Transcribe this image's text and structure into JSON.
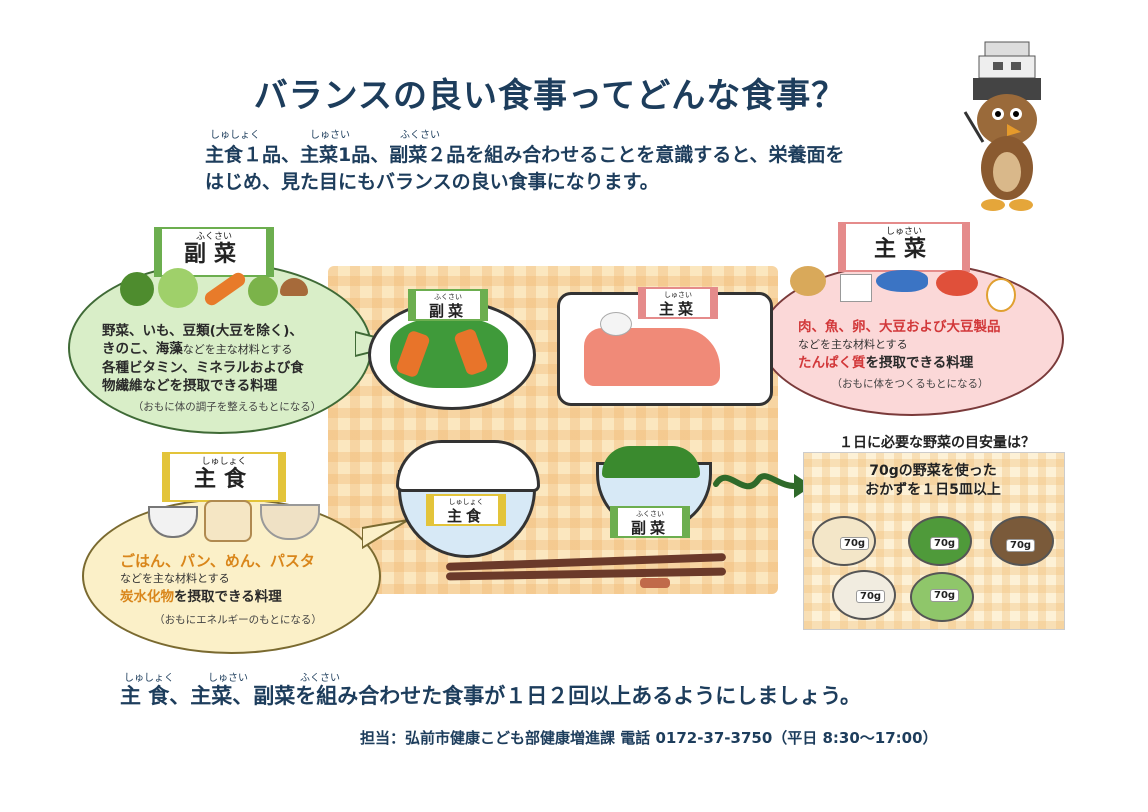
{
  "title": "バランスの良い食事ってどんな食事？",
  "intro": {
    "ruby_shushoku": "しゅしょく",
    "ruby_shusai": "しゅさい",
    "ruby_fukusai": "ふくさい",
    "line1": "主食１品、主菜1品、副菜２品を組み合わせることを意識すると、栄養面を",
    "line2": "はじめ、見た目にもバランスの良い食事になります。"
  },
  "fukusai": {
    "ruby": "ふくさい",
    "label": "副菜",
    "text1": "野菜、いも、豆類(大豆を除く)、",
    "text2a": "きのこ、海藻",
    "text2b": "などを主な材料とする",
    "text3": "各種ビタミン、ミネラルおよび食",
    "text4": "物繊維などを摂取できる料理",
    "note": "（おもに体の調子を整えるもとになる）"
  },
  "shusai": {
    "ruby": "しゅさい",
    "label": "主菜",
    "text1": "肉、魚、卵、大豆および大豆製品",
    "text2": "などを主な材料とする",
    "text3a": "たんぱく質",
    "text3b": "を摂取できる料理",
    "note": "（おもに体をつくるもとになる）"
  },
  "shushoku": {
    "ruby": "しゅしょく",
    "label": "主食",
    "text1": "ごはん、パン、めん、パスタ",
    "text2": "などを主な材料とする",
    "text3a": "炭水化物",
    "text3b": "を摂取できる料理",
    "note": "（おもにエネルギーのもとになる）"
  },
  "tray_labels": {
    "fukusai_ruby": "ふくさい",
    "fukusai": "副菜",
    "shusai_ruby": "しゅさい",
    "shusai": "主菜",
    "shushoku_ruby": "しゅしょく",
    "shushoku": "主食",
    "fukusai2_ruby": "ふくさい",
    "fukusai2": "副菜"
  },
  "vegetables": {
    "question": "１日に必要な野菜の目安量は？",
    "line1": "70gの野菜を使った",
    "line2": "おかずを１日5皿以上",
    "tags": [
      "70g",
      "70g",
      "70g",
      "70g",
      "70g"
    ]
  },
  "bottom": {
    "ruby_shushoku": "しゅしょく",
    "ruby_shusai": "しゅさい",
    "ruby_fukusai": "ふくさい",
    "text": "主 食、主菜、副菜を組み合わせた食事が１日２回以上あるようにしましょう。"
  },
  "contact": "担当：弘前市健康こども部健康増進課 電話 0172-37-3750（平日 8:30～17:00）",
  "colors": {
    "navy": "#1d3d5c",
    "fukusai_green": "#6cae4f",
    "shusai_pink": "#e58b8b",
    "shushoku_yellow": "#e3c43a",
    "accent_red": "#d2383a",
    "accent_orange": "#d9861b"
  }
}
